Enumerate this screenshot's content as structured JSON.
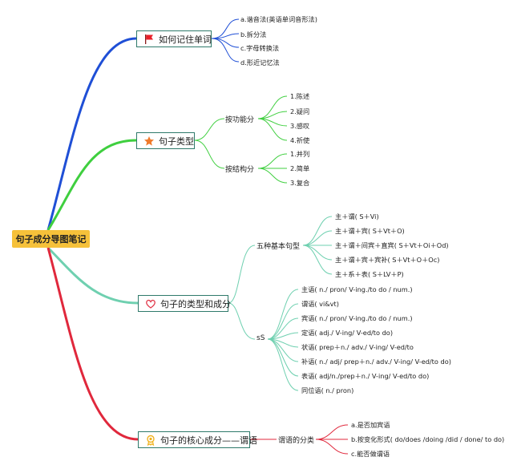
{
  "root": "句子成分导图笔记",
  "branches": {
    "memorize": {
      "label": "如何记住单词",
      "items": [
        "a.谐音法(英语单词音形法)",
        "b.拆分法",
        "c.字母转换法",
        "d.形近记忆法"
      ]
    },
    "types": {
      "label": "句子类型",
      "by_function": {
        "label": "按功能分",
        "items": [
          "1.陈述",
          "2.疑问",
          "3.感叹",
          "4.祈使"
        ]
      },
      "by_structure": {
        "label": "按结构分",
        "items": [
          "1.并列",
          "2.简单",
          "3.复合"
        ]
      }
    },
    "types_and_parts": {
      "label": "句子的类型和成分",
      "five_patterns": {
        "label": "五种基本句型",
        "items": [
          "主＋谓( S＋Vi)",
          "主＋谓＋宾( S＋Vt＋O)",
          "主＋谓＋间宾＋直宾( S＋Vt＋Oi＋Od)",
          "主＋谓＋宾＋宾补( S＋Vt＋O＋Oc)",
          "主＋系＋表( S＋LV＋P)"
        ]
      },
      "ss": {
        "label": "sS",
        "items": [
          "主语( n./ pron/ V-ing./to do / num.)",
          "谓语( vi&vt)",
          "宾语( n./ pron/ V-ing./to do / num.)",
          "定语( adj./ V-ing/ V-ed/to do)",
          "状语( prep＋n./ adv./ V-ing/ V-ed/to",
          "补语( n./ adj/ prep＋n./ adv./ V-ing/ V-ed/to do)",
          "表语( adj/n./prep＋n./ V-ing/ V-ed/to do)",
          "同位语( n./ pron)"
        ]
      }
    },
    "core": {
      "label": "句子的核心成分——谓语",
      "predicate_class": {
        "label": "谓语的分类",
        "items": [
          "a.是否加宾语",
          "b.按变化形式( do/does /doing /did / done/ to do)",
          "c.能否做谓语"
        ]
      }
    }
  },
  "colors": {
    "root_fill": "#f6c13a",
    "branch_border": "#2f7a6b",
    "memorize_line": "#1f4fd6",
    "types_line": "#3fcf3f",
    "types_and_parts_line": "#6fd0b0",
    "core_line": "#e0283c",
    "flag_icon": "#e8202a",
    "star_icon": "#f07a2a",
    "heart_icon": "#e23a4c",
    "badge_icon": "#f0b21e"
  },
  "icons": {
    "memorize": "flag-icon",
    "types": "star-icon",
    "types_and_parts": "heart-icon",
    "core": "ribbon-badge-icon"
  }
}
